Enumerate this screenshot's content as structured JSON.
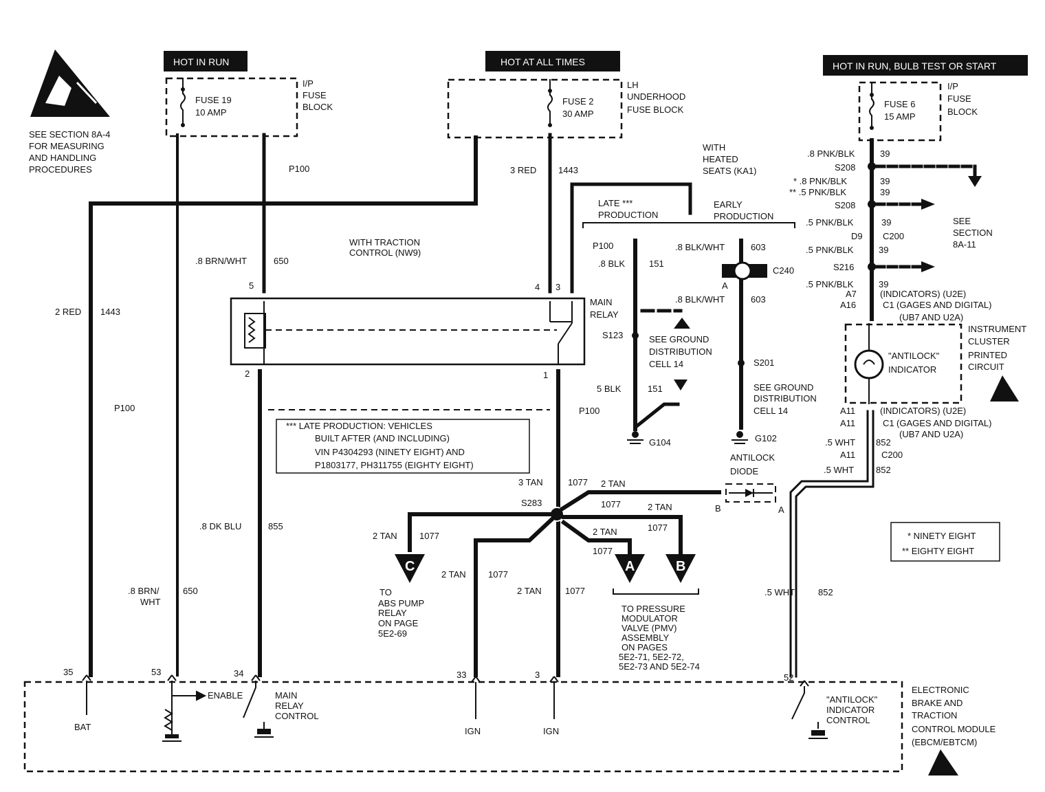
{
  "headers": {
    "hot_in_run": "HOT IN RUN",
    "hot_at_all_times": "HOT AT ALL TIMES",
    "hot_in_run_bulb": "HOT IN RUN, BULB TEST OR START"
  },
  "esd_note": [
    "SEE SECTION 8A-4",
    "FOR MEASURING",
    "AND HANDLING",
    "PROCEDURES"
  ],
  "fuses": {
    "fuse19": {
      "name": "FUSE 19",
      "rating": "10 AMP",
      "block": [
        "I/P",
        "FUSE",
        "BLOCK"
      ]
    },
    "fuse2": {
      "name": "FUSE 2",
      "rating": "30 AMP",
      "block": [
        "LH",
        "UNDERHOOD",
        "FUSE BLOCK"
      ]
    },
    "fuse6": {
      "name": "FUSE 6",
      "rating": "15 AMP",
      "block": [
        "I/P",
        "FUSE",
        "BLOCK"
      ]
    }
  },
  "connectors": {
    "p100": "P100",
    "c240": "C240",
    "c200": "C200",
    "c1": "C1",
    "s208": "S208",
    "s216": "S216",
    "s123": "S123",
    "s201": "S201",
    "s283": "S283",
    "g104": "G104",
    "g102": "G102"
  },
  "wires": {
    "red_3": "3 RED",
    "red_2": "2 RED",
    "c1443": "1443",
    "brn_wht": ".8 BRN/WHT",
    "c650": "650",
    "brn_split_1": ".8 BRN/",
    "brn_split_2": "WHT",
    "blk_8": ".8 BLK",
    "blk_5": "5 BLK",
    "c151": "151",
    "blk_wht": ".8 BLK/WHT",
    "c603": "603",
    "dk_blu": ".8 DK BLU",
    "c855": "855",
    "tan_3": "3 TAN",
    "tan_2": "2 TAN",
    "c1077": "1077",
    "wht_5": ".5 WHT",
    "c852": "852",
    "pnk_blk_8": ".8 PNK/BLK",
    "pnk_blk_8b": "* .8 PNK/BLK",
    "pnk_blk_5b": "** .5 PNK/BLK",
    "pnk_blk_5": ".5 PNK/BLK",
    "c39": "39"
  },
  "labels": {
    "with_traction": [
      "WITH TRACTION",
      "CONTROL (NW9)"
    ],
    "with_heated": [
      "WITH",
      "HEATED",
      "SEATS (KA1)"
    ],
    "late_prod": [
      "LATE ***",
      "PRODUCTION"
    ],
    "early_prod": [
      "EARLY",
      "PRODUCTION"
    ],
    "main_relay": [
      "MAIN",
      "RELAY"
    ],
    "see_ground_1": [
      "SEE GROUND",
      "DISTRIBUTION",
      "CELL 14"
    ],
    "see_ground_2": [
      "SEE GROUND",
      "DISTRIBUTION",
      "CELL 14"
    ],
    "see_section": [
      "SEE",
      "SECTION",
      "8A-11"
    ],
    "indicators_1": [
      "(INDICATORS) (U2E)",
      "(GAGES AND DIGITAL)",
      "(UB7 AND U2A)"
    ],
    "indicators_2": [
      "(INDICATORS) (U2E)",
      "(GAGES AND DIGITAL)",
      "(UB7 AND U2A)"
    ],
    "cluster": [
      "INSTRUMENT",
      "CLUSTER",
      "PRINTED",
      "CIRCUIT"
    ],
    "antilock_indicator": [
      "\"ANTILOCK\"",
      "INDICATOR"
    ],
    "antilock_diode": [
      "ANTILOCK",
      "DIODE"
    ],
    "late_note": [
      "*** LATE PRODUCTION: VEHICLES",
      "BUILT AFTER (AND INCLUDING)",
      "VIN P4304293 (NINETY EIGHT)  AND",
      "P1803177, PH311755 (EIGHTY EIGHT)"
    ],
    "legend": [
      "* NINETY EIGHT",
      "** EIGHTY EIGHT"
    ],
    "abs_pump": [
      "TO",
      "ABS PUMP",
      "RELAY",
      "ON PAGE",
      "5E2-69"
    ],
    "pmv": [
      "TO PRESSURE",
      "MODULATOR",
      "VALVE (PMV)",
      "ASSEMBLY",
      "ON PAGES",
      "5E2-71, 5E2-72,",
      "5E2-73 AND 5E2-74"
    ],
    "enable": "ENABLE",
    "main_relay_control": [
      "MAIN",
      "RELAY",
      "CONTROL"
    ],
    "antilock_control": [
      "\"ANTILOCK\"",
      "INDICATOR",
      "CONTROL"
    ],
    "bat": "BAT",
    "ign": "IGN",
    "module": [
      "ELECTRONIC",
      "BRAKE AND",
      "TRACTION",
      "CONTROL MODULE",
      "(EBCM/EBTCM)"
    ]
  },
  "arrows": {
    "a": "A",
    "b": "B",
    "c": "C"
  },
  "pins": {
    "p5": "5",
    "p4": "4",
    "p3": "3",
    "p2": "2",
    "p1": "1",
    "m35": "35",
    "m53": "53",
    "m34": "34",
    "m33": "33",
    "m3": "3",
    "m52": "52",
    "d9": "D9",
    "a7": "A7",
    "a16": "A16",
    "a11": "A11",
    "pa": "A",
    "pb": "B"
  }
}
